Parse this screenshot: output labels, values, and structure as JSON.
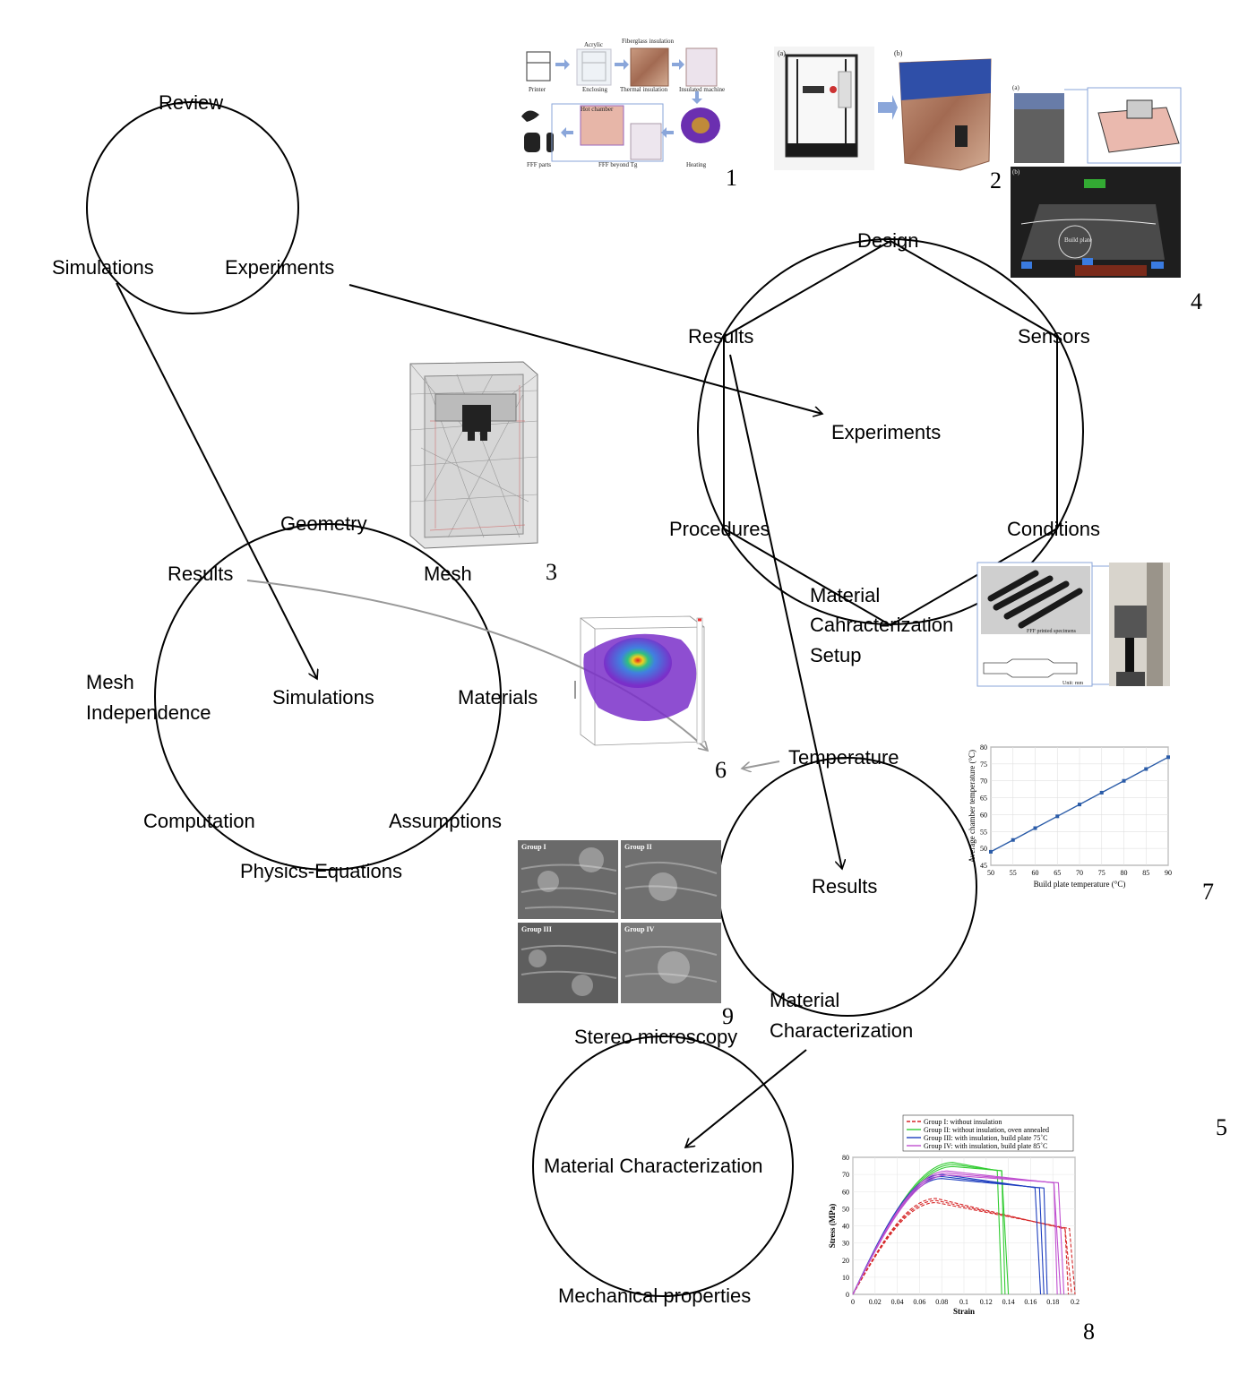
{
  "nodes": {
    "review": {
      "title": "Review",
      "simulations": "Simulations",
      "experiments": "Experiments"
    },
    "experiments": {
      "center": "Experiments",
      "design": "Design",
      "sensors": "Sensors",
      "conditions": "Conditions",
      "setup": [
        "Material",
        "Cahracterization",
        "Setup"
      ],
      "procedures": "Procedures",
      "results": "Results"
    },
    "simulations": {
      "center": "Simulations",
      "geometry": "Geometry",
      "mesh": "Mesh",
      "materials": "Materials",
      "assumptions": "Assumptions",
      "physics": "Physics-Equations",
      "computation": "Computation",
      "mesh_independence": [
        "Mesh",
        "Independence"
      ],
      "results": "Results"
    },
    "results": {
      "center": "Results",
      "temperature": "Temperature",
      "material_characterization": [
        "Material",
        "Characterization"
      ],
      "stereo_microscopy": "Stereo microscopy"
    },
    "material_characterization": {
      "center": "Material Characterization",
      "mechanical_properties": "Mechanical properties"
    }
  },
  "figure_numbers": [
    "1",
    "2",
    "3",
    "4",
    "5",
    "6",
    "7",
    "8",
    "9"
  ],
  "panel1": {
    "labels": [
      "Acrylic",
      "Fiberglass insulation",
      "Printer",
      "Enclosing",
      "Thermal insulation",
      "Insulated machine",
      "Hot chamber",
      "FFF parts",
      "FFF beyond Tg",
      "Heating"
    ]
  },
  "panel2": {
    "labels": [
      "(a)",
      "(b)"
    ]
  },
  "panel4": {
    "labels": [
      "(a)",
      "(b)",
      "Build plate"
    ]
  },
  "panel5": {
    "labels": [
      "FFF printed specimens",
      "Unit: mm"
    ]
  },
  "panel9": {
    "labels": [
      "Group I",
      "Group II",
      "Group III",
      "Group IV"
    ]
  },
  "chart_data": [
    {
      "type": "line",
      "xlabel": "Build plate temperature (°C)",
      "ylabel": "Average chamber temperature (°C)",
      "x": [
        50,
        55,
        60,
        65,
        70,
        75,
        80,
        85,
        90
      ],
      "series": [
        {
          "values": [
            49,
            52.5,
            56,
            59.5,
            63,
            66.5,
            70,
            73.5,
            77
          ]
        }
      ],
      "xlim": [
        50,
        90
      ],
      "ylim": [
        45,
        80
      ],
      "xticks": [
        50,
        55,
        60,
        65,
        70,
        75,
        80,
        85,
        90
      ],
      "yticks": [
        45,
        50,
        55,
        60,
        65,
        70,
        75,
        80
      ],
      "grid": true,
      "color": "#2b5ca8"
    },
    {
      "type": "line",
      "xlabel": "Strain",
      "ylabel": "Stress (MPa)",
      "xlim": [
        0,
        0.2
      ],
      "ylim": [
        0,
        80
      ],
      "xticks": [
        0,
        0.02,
        0.04,
        0.06,
        0.08,
        0.1,
        0.12,
        0.14,
        0.16,
        0.18,
        0.2
      ],
      "yticks": [
        0,
        10,
        20,
        30,
        40,
        50,
        60,
        70,
        80
      ],
      "grid": true,
      "legend": "top",
      "series": [
        {
          "name": "Group I: without insulation",
          "color": "#d62728",
          "peak": 56,
          "peak_x": 0.075,
          "end": 0.195,
          "fall": 38
        },
        {
          "name": "Group II: without insulation, oven annealed",
          "color": "#33cc33",
          "peak": 77,
          "peak_x": 0.09,
          "end": 0.135,
          "fall": 72
        },
        {
          "name": "Group III: with insulation, build plate 75˚C",
          "color": "#1f3fbf",
          "peak": 70,
          "peak_x": 0.08,
          "end": 0.17,
          "fall": 62
        },
        {
          "name": "Group IV: with insulation, build plate 85˚C",
          "color": "#c050d0",
          "peak": 72,
          "peak_x": 0.085,
          "end": 0.185,
          "fall": 65
        }
      ]
    }
  ]
}
